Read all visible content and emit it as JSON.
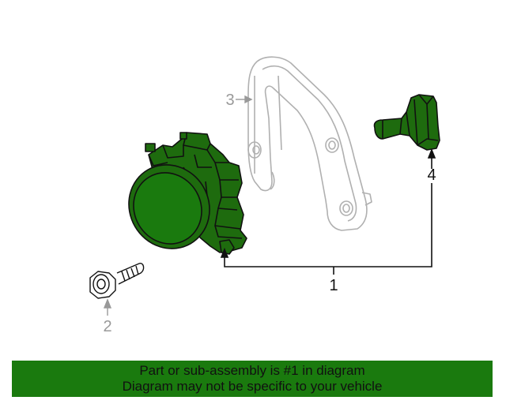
{
  "callouts": {
    "c1": "1",
    "c2": "2",
    "c3": "3",
    "c4": "4"
  },
  "banner": {
    "line1": "Part or sub-assembly is #1 in diagram",
    "line2": "Diagram may not be specific to your vehicle"
  },
  "colors": {
    "highlight": "#1a7a0e",
    "highlight_fill": "#1e6b0e",
    "ghost_line": "#b0b0b0",
    "ink": "#111111"
  }
}
